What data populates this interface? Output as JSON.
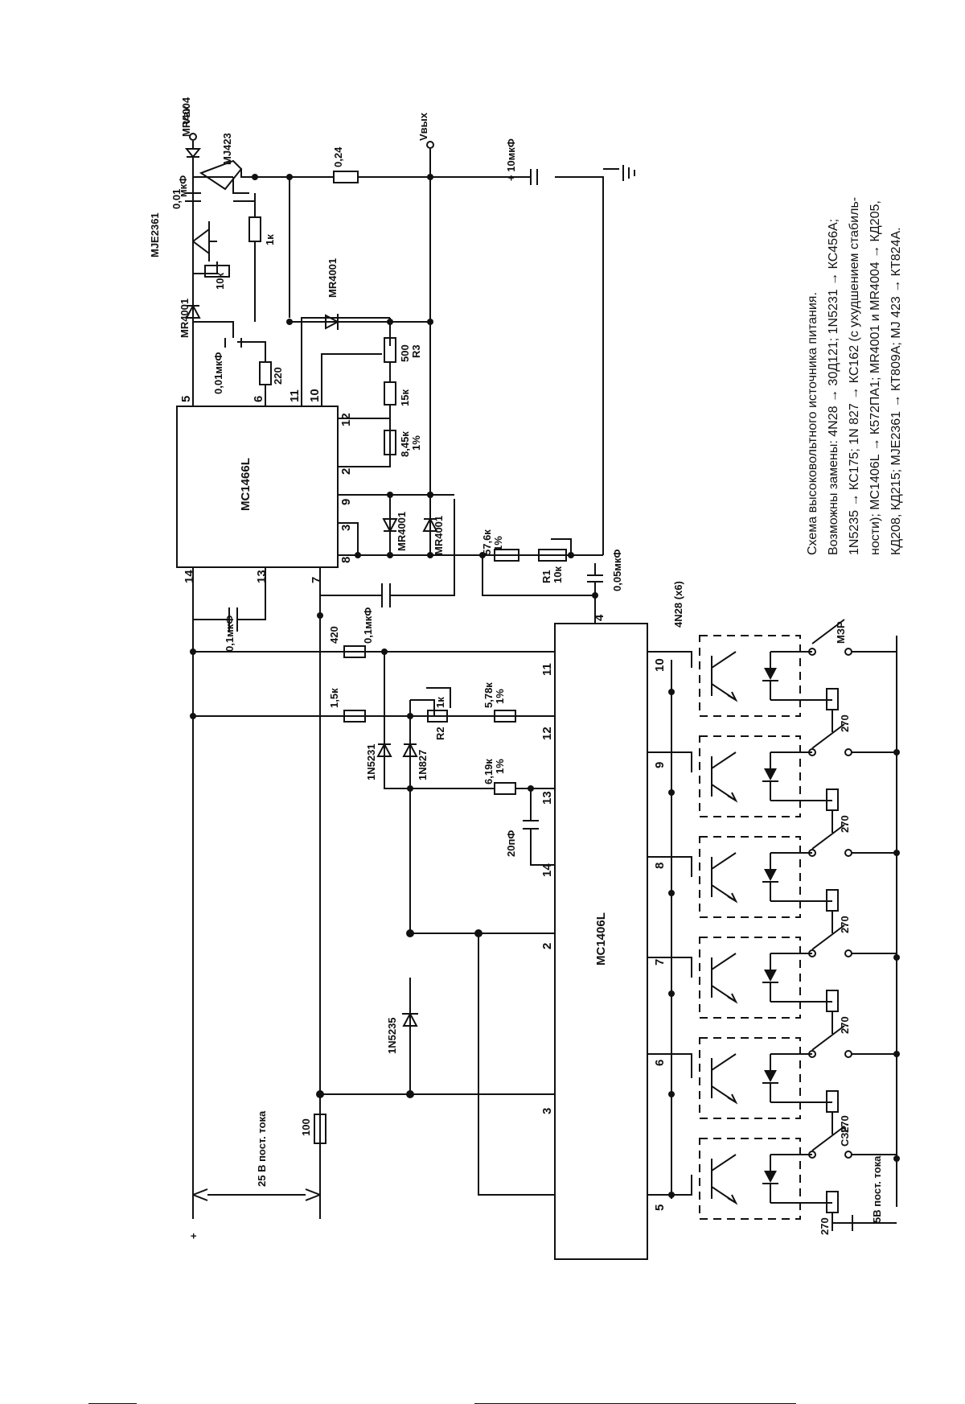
{
  "ic_top": {
    "name": "MC1466L",
    "pins": {
      "p5": "5",
      "p6": "6",
      "p11": "11",
      "p10": "10",
      "p12": "12",
      "p2": "2",
      "p9": "9",
      "p3": "3",
      "p8": "8",
      "p7": "7",
      "p13": "13",
      "p14": "14"
    }
  },
  "ic_bottom": {
    "name": "MC1406L",
    "pins": {
      "p4": "4",
      "p11": "11",
      "p12": "12",
      "p13": "13",
      "p14": "14",
      "p2": "2",
      "p3": "3",
      "p10": "10",
      "p9": "9",
      "p8": "8",
      "p7": "7",
      "p6": "6",
      "p5": "5"
    }
  },
  "labels": {
    "mje2361": "MJE2361",
    "mr4004": "MR4004",
    "mj423": "MJ423",
    "vin": "Vвх",
    "vout": "Vвых",
    "c001": "0,01",
    "c001b": "мкФ",
    "r024": "0,24",
    "c10u": "+ 10мкФ",
    "mr4001_a": "MR4001",
    "r10k_top": "10к",
    "r1k_top": "1к",
    "mr4001_b": "MR4001",
    "c001_p6": "0,01мкФ",
    "r220": "220",
    "r500": "500",
    "r3": "R3",
    "r15k": "15к",
    "r845": "8,45к",
    "r845_tol": "1%",
    "mr4001_c": "MR4001",
    "mr4001_d": "MR4001",
    "r576": "57,6к",
    "r576_tol": "1%",
    "r1": "R1",
    "r1v": "10к",
    "c005": "0,05мкФ",
    "c01_13": "0,1мкФ",
    "c01_7": "0,1мкФ",
    "r420": "420",
    "r15k_b": "1,5к",
    "r2": "R2",
    "r2v": "1к",
    "r578": "5,78к",
    "r578_tol": "1%",
    "d1n5231": "1N5231",
    "d1n827": "1N827",
    "r619": "6,19к",
    "r619_tol": "1%",
    "c20p": "20пФ",
    "d1n5235": "1N5235",
    "r100": "100",
    "v25": "25 В пост. тока",
    "plus": "+",
    "opto": "4N28 (x6)",
    "msr": "МЗР",
    "lsr": "СЗР",
    "r270": "270",
    "v5": "5В пост. тока"
  },
  "caption": {
    "title": "Схема высоковольтного источника питания.",
    "line1": "Возможны замены: 4N28 → 30Д121; 1N5231 → КС456А;",
    "line2": "1N5235 → КС175; 1N 827 → КС162 (с ухудшением стабиль-",
    "line3": "ности); МС1406L → К572ПА1; MR4001 и MR4004 → КД205,",
    "line4": "КД208, КД215; MJE2361 → КТ809А; MJ 423 → КТ824А."
  }
}
